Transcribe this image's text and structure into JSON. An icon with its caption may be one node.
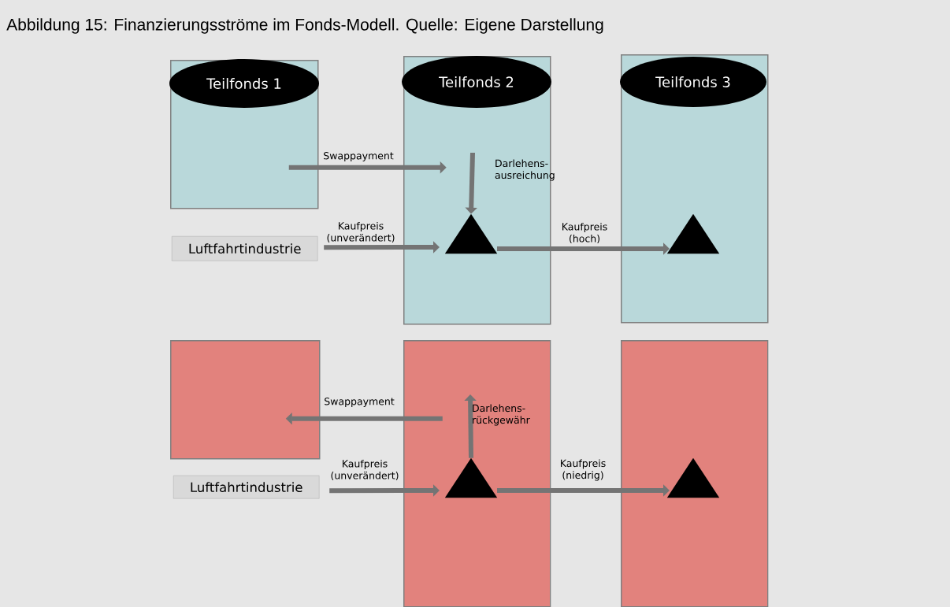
{
  "diagram": {
    "title": "Abbildung 15: Finanzierungsströme im Fonds-Modell. Quelle: Eigene Darstellung",
    "nodes": [
      {
        "text": [
          "Teilfonds 1"
        ]
      },
      {
        "text": [
          "Teilfonds 2"
        ]
      },
      {
        "text": [
          "Teilfonds 3"
        ]
      },
      {
        "text": [
          "Luftfahrtindustrie"
        ]
      },
      {
        "text": [],
        "shape": "triangle",
        "in": 1
      },
      {
        "text": [],
        "shape": "triangle",
        "in": 2
      },
      {
        "text": [],
        "shape": "box"
      },
      {
        "text": [],
        "shape": "box"
      },
      {
        "text": [],
        "shape": "box"
      },
      {
        "text": [
          "Luftfahrtindustrie"
        ]
      },
      {
        "text": [],
        "shape": "triangle",
        "in": 7
      },
      {
        "text": [],
        "shape": "triangle",
        "in": 8
      }
    ],
    "edges": [
      {
        "from": 0,
        "to": 1,
        "arrow": "to",
        "label": "Swappayment"
      },
      {
        "from": null,
        "to": 4,
        "arrow": "to",
        "label": "Darlehens- ausreichung"
      },
      {
        "from": 3,
        "to": 4,
        "arrow": "to",
        "label": "Kaufpreis (unverändert)"
      },
      {
        "from": 4,
        "to": 5,
        "arrow": "to",
        "label": "Kaufpreis (hoch)"
      },
      {
        "from": 7,
        "to": 6,
        "arrow": "to",
        "label": "Swappayment"
      },
      {
        "from": 10,
        "to": null,
        "arrow": "to",
        "label": "Darlehens- rückgewähr"
      },
      {
        "from": 9,
        "to": 10,
        "arrow": "to",
        "label": "Kaufpreis (unverändert)"
      },
      {
        "from": 10,
        "to": 11,
        "arrow": "to",
        "label": "Kaufpreis (niedrig)"
      }
    ]
  }
}
